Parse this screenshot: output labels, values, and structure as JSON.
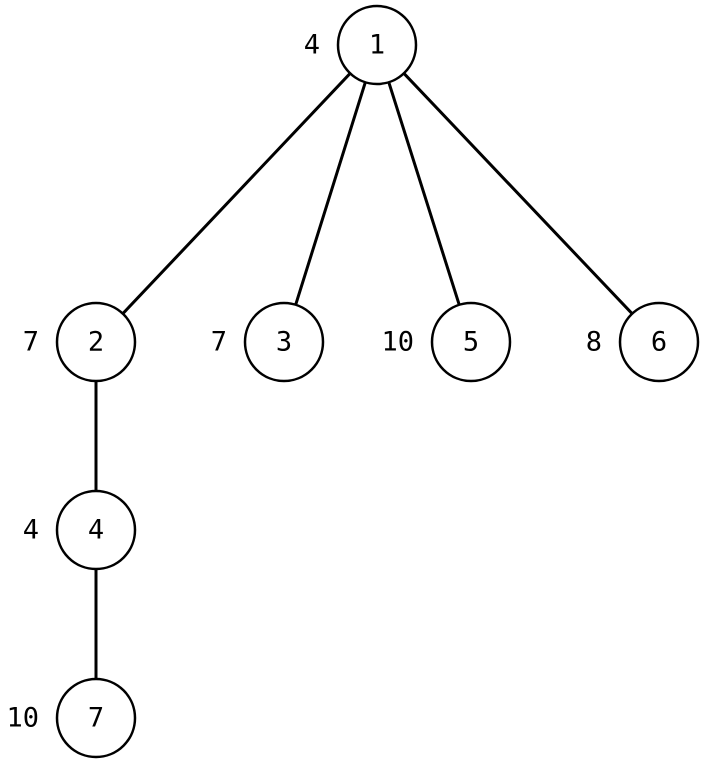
{
  "diagram": {
    "type": "tree",
    "nodes": [
      {
        "id": "1",
        "label": "1",
        "weight": "4"
      },
      {
        "id": "2",
        "label": "2",
        "weight": "7"
      },
      {
        "id": "3",
        "label": "3",
        "weight": "7"
      },
      {
        "id": "5",
        "label": "5",
        "weight": "10"
      },
      {
        "id": "6",
        "label": "6",
        "weight": "8"
      },
      {
        "id": "4",
        "label": "4",
        "weight": "4"
      },
      {
        "id": "7",
        "label": "7",
        "weight": "10"
      }
    ],
    "edges": [
      {
        "from": "1",
        "to": "2"
      },
      {
        "from": "1",
        "to": "3"
      },
      {
        "from": "1",
        "to": "5"
      },
      {
        "from": "1",
        "to": "6"
      },
      {
        "from": "2",
        "to": "4"
      },
      {
        "from": "4",
        "to": "7"
      }
    ],
    "colors": {
      "stroke": "#000000",
      "fill": "#ffffff",
      "text": "#000000"
    }
  }
}
